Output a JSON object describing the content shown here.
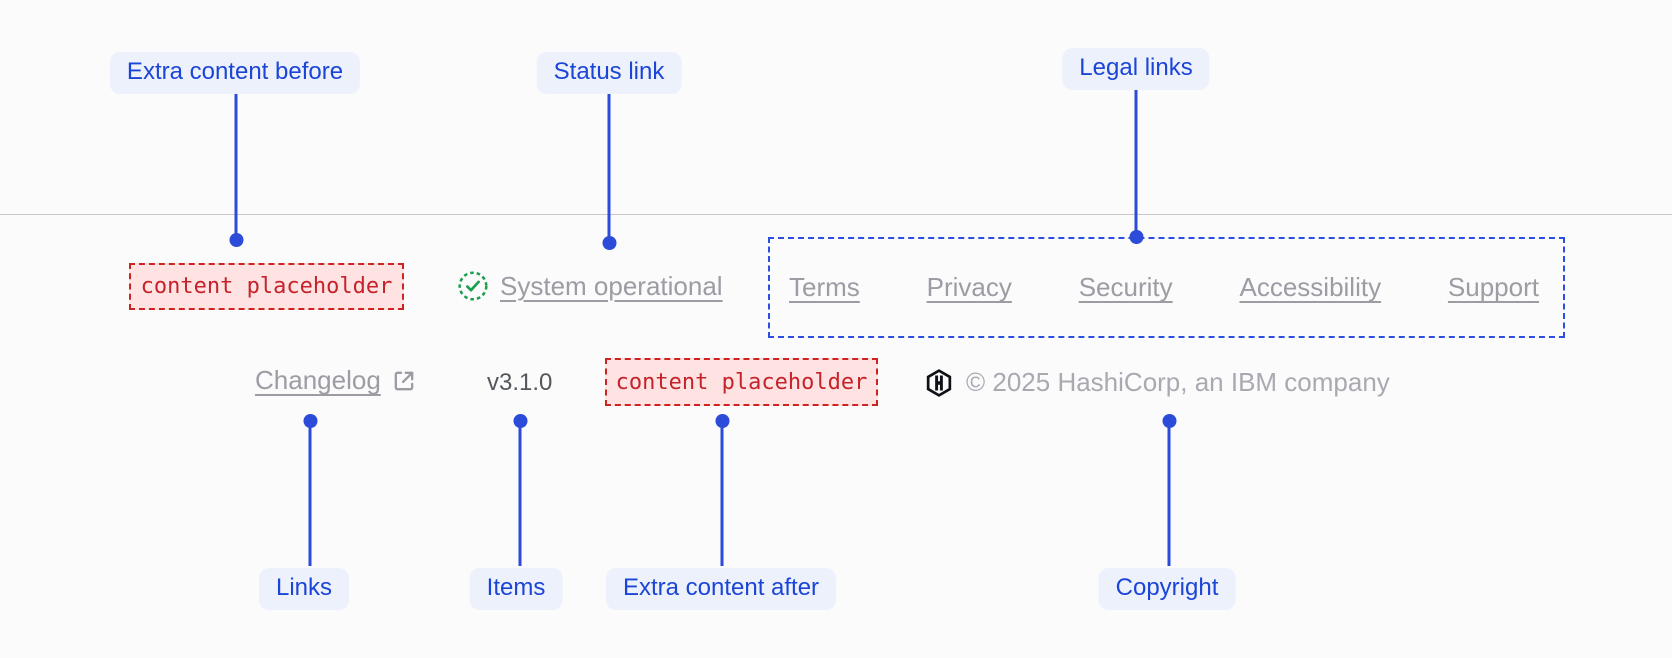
{
  "annotations": {
    "extra_content_before": "Extra content before",
    "status_link": "Status link",
    "legal_links": "Legal links",
    "links": "Links",
    "items": "Items",
    "extra_content_after": "Extra content after",
    "copyright": "Copyright"
  },
  "footer": {
    "extra_content_before": {
      "placeholder": "content placeholder"
    },
    "status": {
      "label": "System operational",
      "icon": "check-circle-icon"
    },
    "legal_links": [
      {
        "label": "Terms"
      },
      {
        "label": "Privacy"
      },
      {
        "label": "Security"
      },
      {
        "label": "Accessibility"
      },
      {
        "label": "Support"
      }
    ],
    "links": [
      {
        "label": "Changelog",
        "icon": "external-link-icon"
      }
    ],
    "version": "v3.1.0",
    "extra_content_after": {
      "placeholder": "content placeholder"
    },
    "copyright": {
      "icon": "hashicorp-logo-icon",
      "text": "© 2025 HashiCorp, an IBM company"
    }
  },
  "colors": {
    "page_bg": "#fbfbfc",
    "annotation_accent": "#1b45d6",
    "annotation_pill_bg": "#edf1fc",
    "connector_blue": "#2b4bd8",
    "placeholder_text_red": "#c5232b",
    "placeholder_bg_pink": "#ffe2e2",
    "placeholder_border_red": "#cf231f",
    "legal_border_blue": "#2b50e0",
    "status_green": "#1c9e4d",
    "muted_link_gray": "#9b9ca4",
    "version_gray": "#54575b",
    "copyright_gray": "#a9a9b1",
    "logo_black": "#0e1116",
    "divider_gray": "#c9c7cc"
  }
}
